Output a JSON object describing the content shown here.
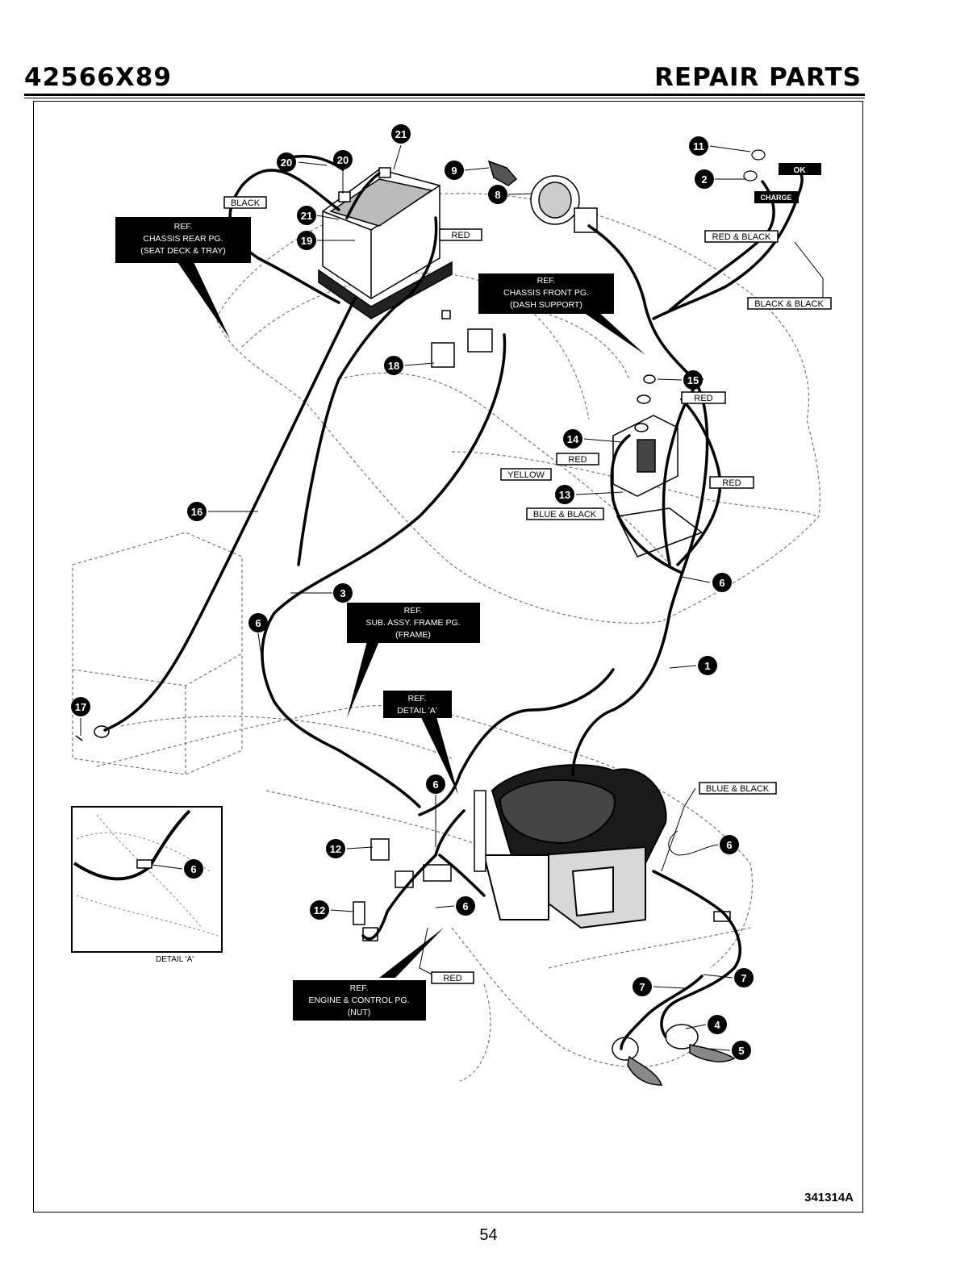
{
  "header": {
    "model": "42566X89",
    "title": "REPAIR PARTS"
  },
  "figure_number": "341314A",
  "page_number": "54",
  "detail_label": "DETAIL 'A'",
  "callouts": [
    {
      "id": "c21a",
      "label": "21"
    },
    {
      "id": "c20a",
      "label": "20"
    },
    {
      "id": "c20b",
      "label": "20"
    },
    {
      "id": "c21b",
      "label": "21"
    },
    {
      "id": "c19",
      "label": "19"
    },
    {
      "id": "c9",
      "label": "9"
    },
    {
      "id": "c8",
      "label": "8"
    },
    {
      "id": "c11",
      "label": "11"
    },
    {
      "id": "c2",
      "label": "2"
    },
    {
      "id": "c18",
      "label": "18"
    },
    {
      "id": "c15",
      "label": "15"
    },
    {
      "id": "c14",
      "label": "14"
    },
    {
      "id": "c13",
      "label": "13"
    },
    {
      "id": "c16",
      "label": "16"
    },
    {
      "id": "c6a",
      "label": "6"
    },
    {
      "id": "c3",
      "label": "3"
    },
    {
      "id": "c6b",
      "label": "6"
    },
    {
      "id": "c1",
      "label": "1"
    },
    {
      "id": "c17",
      "label": "17"
    },
    {
      "id": "c6c",
      "label": "6"
    },
    {
      "id": "c6d",
      "label": "6"
    },
    {
      "id": "c12a",
      "label": "12"
    },
    {
      "id": "c12b",
      "label": "12"
    },
    {
      "id": "c6e",
      "label": "6"
    },
    {
      "id": "c6f",
      "label": "6"
    },
    {
      "id": "c7a",
      "label": "7"
    },
    {
      "id": "c7b",
      "label": "7"
    },
    {
      "id": "c4",
      "label": "4"
    },
    {
      "id": "c5",
      "label": "5"
    }
  ],
  "wire_tags": [
    {
      "id": "t-black",
      "label": "BLACK"
    },
    {
      "id": "t-red1",
      "label": "RED"
    },
    {
      "id": "t-redblack",
      "label": "RED & BLACK"
    },
    {
      "id": "t-blackblack",
      "label": "BLACK & BLACK"
    },
    {
      "id": "t-red2",
      "label": "RED"
    },
    {
      "id": "t-red3",
      "label": "RED"
    },
    {
      "id": "t-yellow",
      "label": "YELLOW"
    },
    {
      "id": "t-blueblack1",
      "label": "BLUE & BLACK"
    },
    {
      "id": "t-red4",
      "label": "RED"
    },
    {
      "id": "t-blueblack2",
      "label": "BLUE & BLACK"
    },
    {
      "id": "t-red5",
      "label": "RED"
    }
  ],
  "indicator_tags": [
    {
      "id": "i-ok",
      "label": "OK"
    },
    {
      "id": "i-charge",
      "label": "CHARGE"
    }
  ],
  "reference_boxes": [
    {
      "id": "r-rear",
      "lines": [
        "REF.",
        "CHASSIS REAR PG.",
        "(SEAT DECK & TRAY)"
      ]
    },
    {
      "id": "r-front",
      "lines": [
        "REF.",
        "CHASSIS FRONT PG.",
        "(DASH SUPPORT)"
      ]
    },
    {
      "id": "r-frame",
      "lines": [
        "REF.",
        "SUB. ASSY. FRAME PG.",
        "(FRAME)"
      ]
    },
    {
      "id": "r-detail",
      "lines": [
        "REF.",
        "DETAIL 'A'"
      ]
    },
    {
      "id": "r-engine",
      "lines": [
        "REF.",
        "ENGINE & CONTROL PG.",
        "(NUT)"
      ]
    }
  ]
}
